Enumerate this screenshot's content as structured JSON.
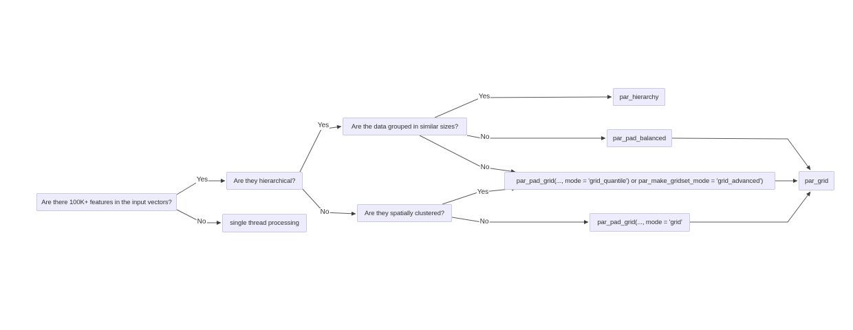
{
  "diagram": {
    "type": "flowchart-decision-tree",
    "background": "#ffffff",
    "colors": {
      "node_fill": "#ececfc",
      "node_border": "#c9c9ea",
      "node_text": "#333333",
      "edge_line": "#585860",
      "arrowhead": "#3d3d42",
      "edge_label_text": "#333333"
    },
    "nodes": {
      "q_features": "Are there 100K+ features in the input vectors?",
      "q_hierarchical": "Are they hierarchical?",
      "single_thread": "single thread processing",
      "q_similar_sizes": "Are the data grouped in similar sizes?",
      "q_spatially_clustered": "Are they spatially clustered?",
      "par_hierarchy": "par_hierarchy",
      "par_pad_balanced": "par_pad_balanced",
      "par_pad_grid_quantile": "par_pad_grid(..., mode = 'grid_quantile') or par_make_gridset_mode = 'grid_advanced')",
      "par_pad_grid_grid": "par_pad_grid(..., mode = 'grid'",
      "par_grid": "par_grid"
    },
    "edge_labels": {
      "features_yes": "Yes",
      "features_no": "No",
      "hierarchical_yes": "Yes",
      "hierarchical_no": "No",
      "sizes_yes": "Yes",
      "sizes_no_balanced": "No",
      "sizes_no_grid": "No",
      "clustered_yes": "Yes",
      "clustered_no": "No"
    }
  }
}
